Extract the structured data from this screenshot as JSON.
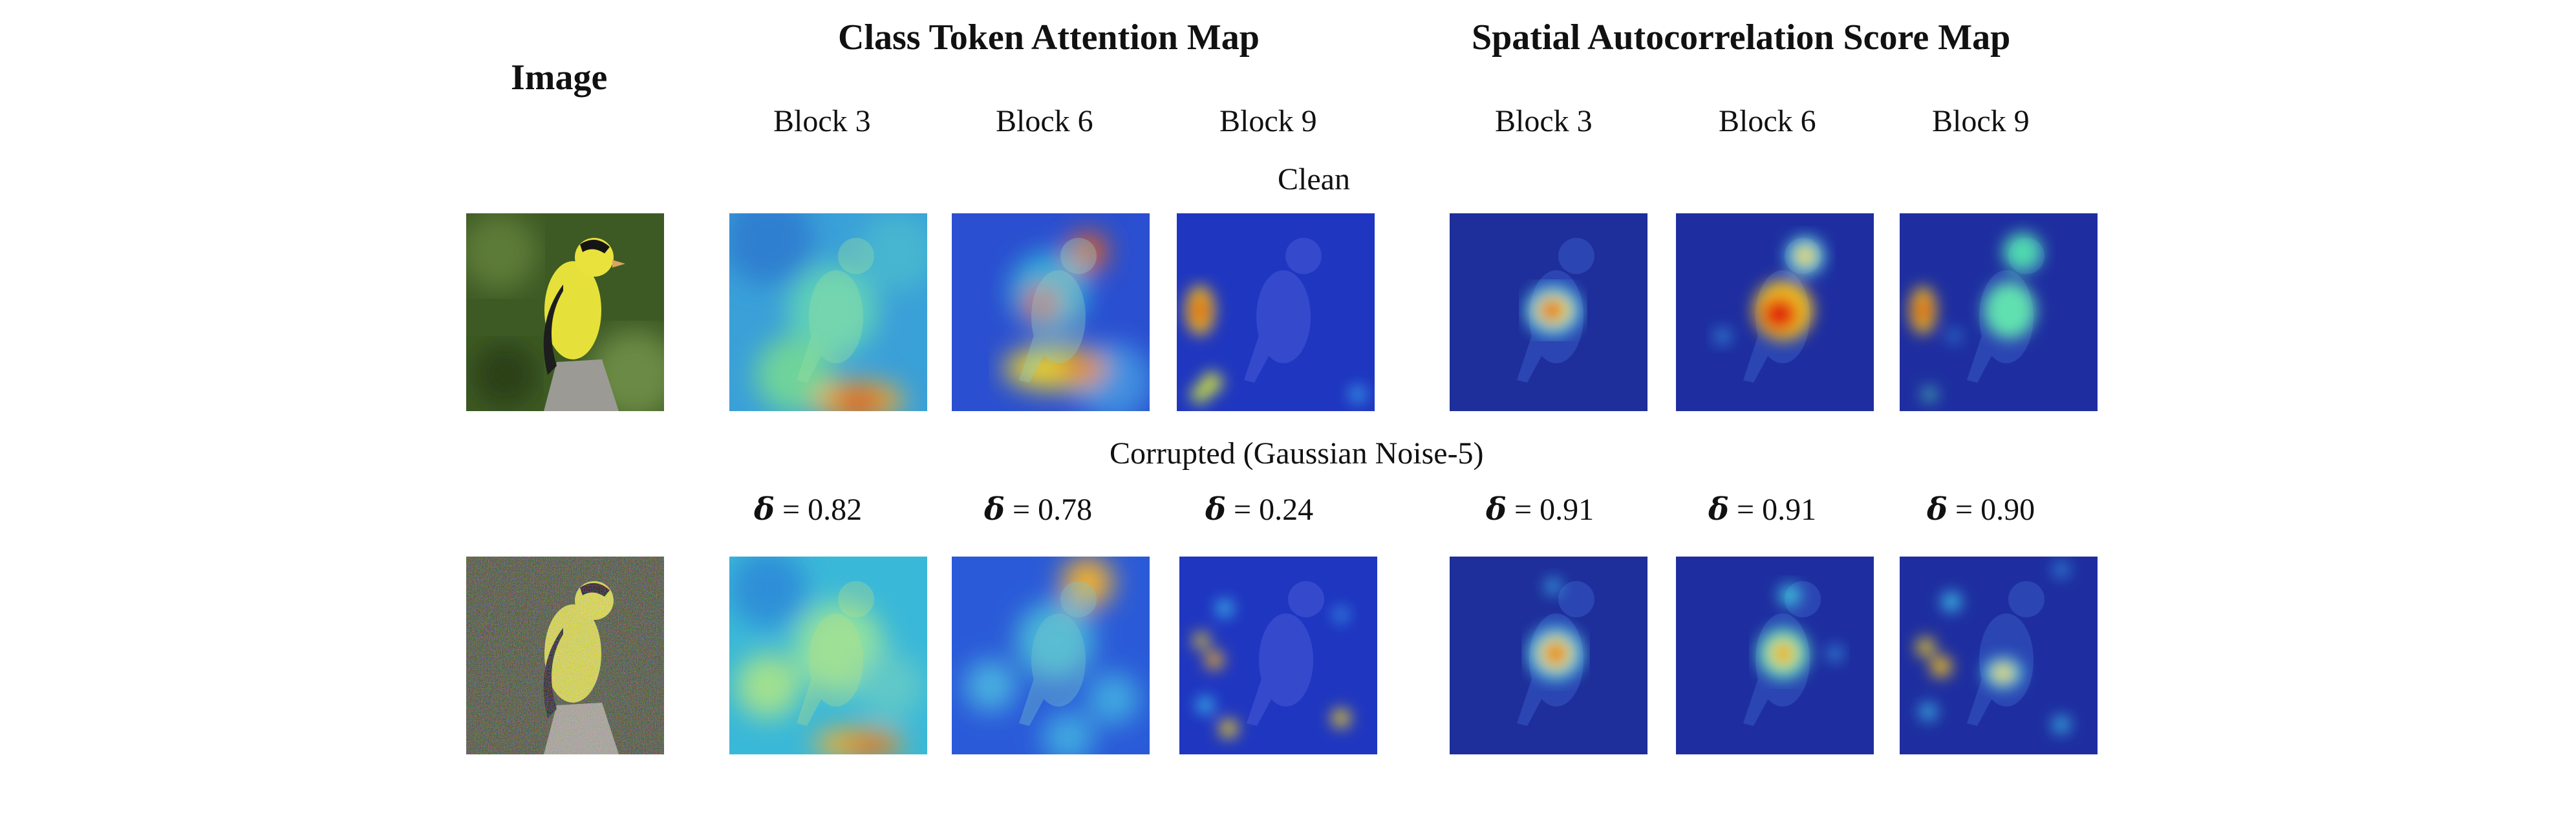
{
  "image_header": "Image",
  "group_headers": {
    "cls": "Class Token Attention Map",
    "sac": "Spatial Autocorrelation Score Map"
  },
  "columns": [
    "Block 3",
    "Block 6",
    "Block 9",
    "Block 3",
    "Block 6",
    "Block 9"
  ],
  "rows": {
    "clean": "Clean",
    "corrupted": "Corrupted (Gaussian Noise-5)"
  },
  "delta_symbol": "δ",
  "deltas": [
    "= 0.82",
    "= 0.78",
    "= 0.24",
    "= 0.91",
    "= 0.91",
    "= 0.90"
  ],
  "colors": {
    "heat_low": "#1a2fb8",
    "heat_mid": "#2fd3c6",
    "heat_high": "#e8241a",
    "bird_yellow": "#e6e13a",
    "foliage": "#3d5a24"
  }
}
